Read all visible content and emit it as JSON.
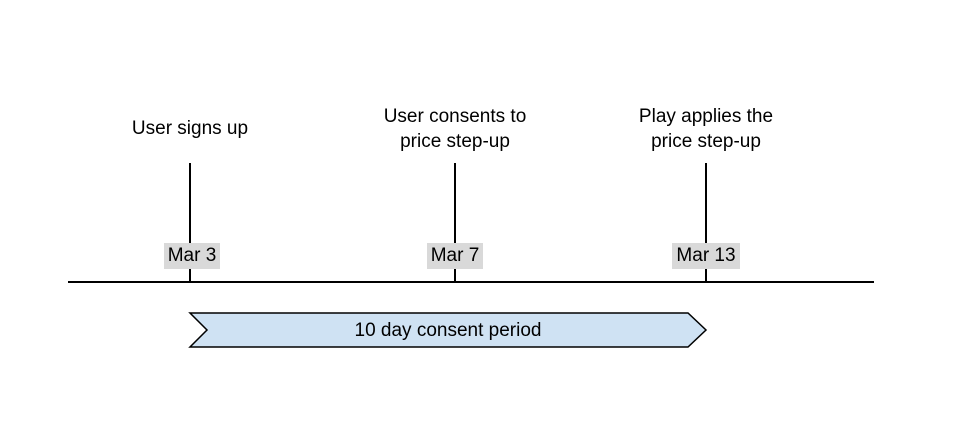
{
  "events": [
    {
      "caption_lines": [
        "User signs up"
      ],
      "date": "Mar 3"
    },
    {
      "caption_lines": [
        "User consents to",
        "price step-up"
      ],
      "date": "Mar 7"
    },
    {
      "caption_lines": [
        "Play applies the",
        "price step-up"
      ],
      "date": "Mar 13"
    }
  ],
  "period": {
    "label": "10 day consent period"
  },
  "colors": {
    "line": "#000000",
    "date_bg": "#d9d9d9",
    "period_fill": "#cfe2f3"
  }
}
